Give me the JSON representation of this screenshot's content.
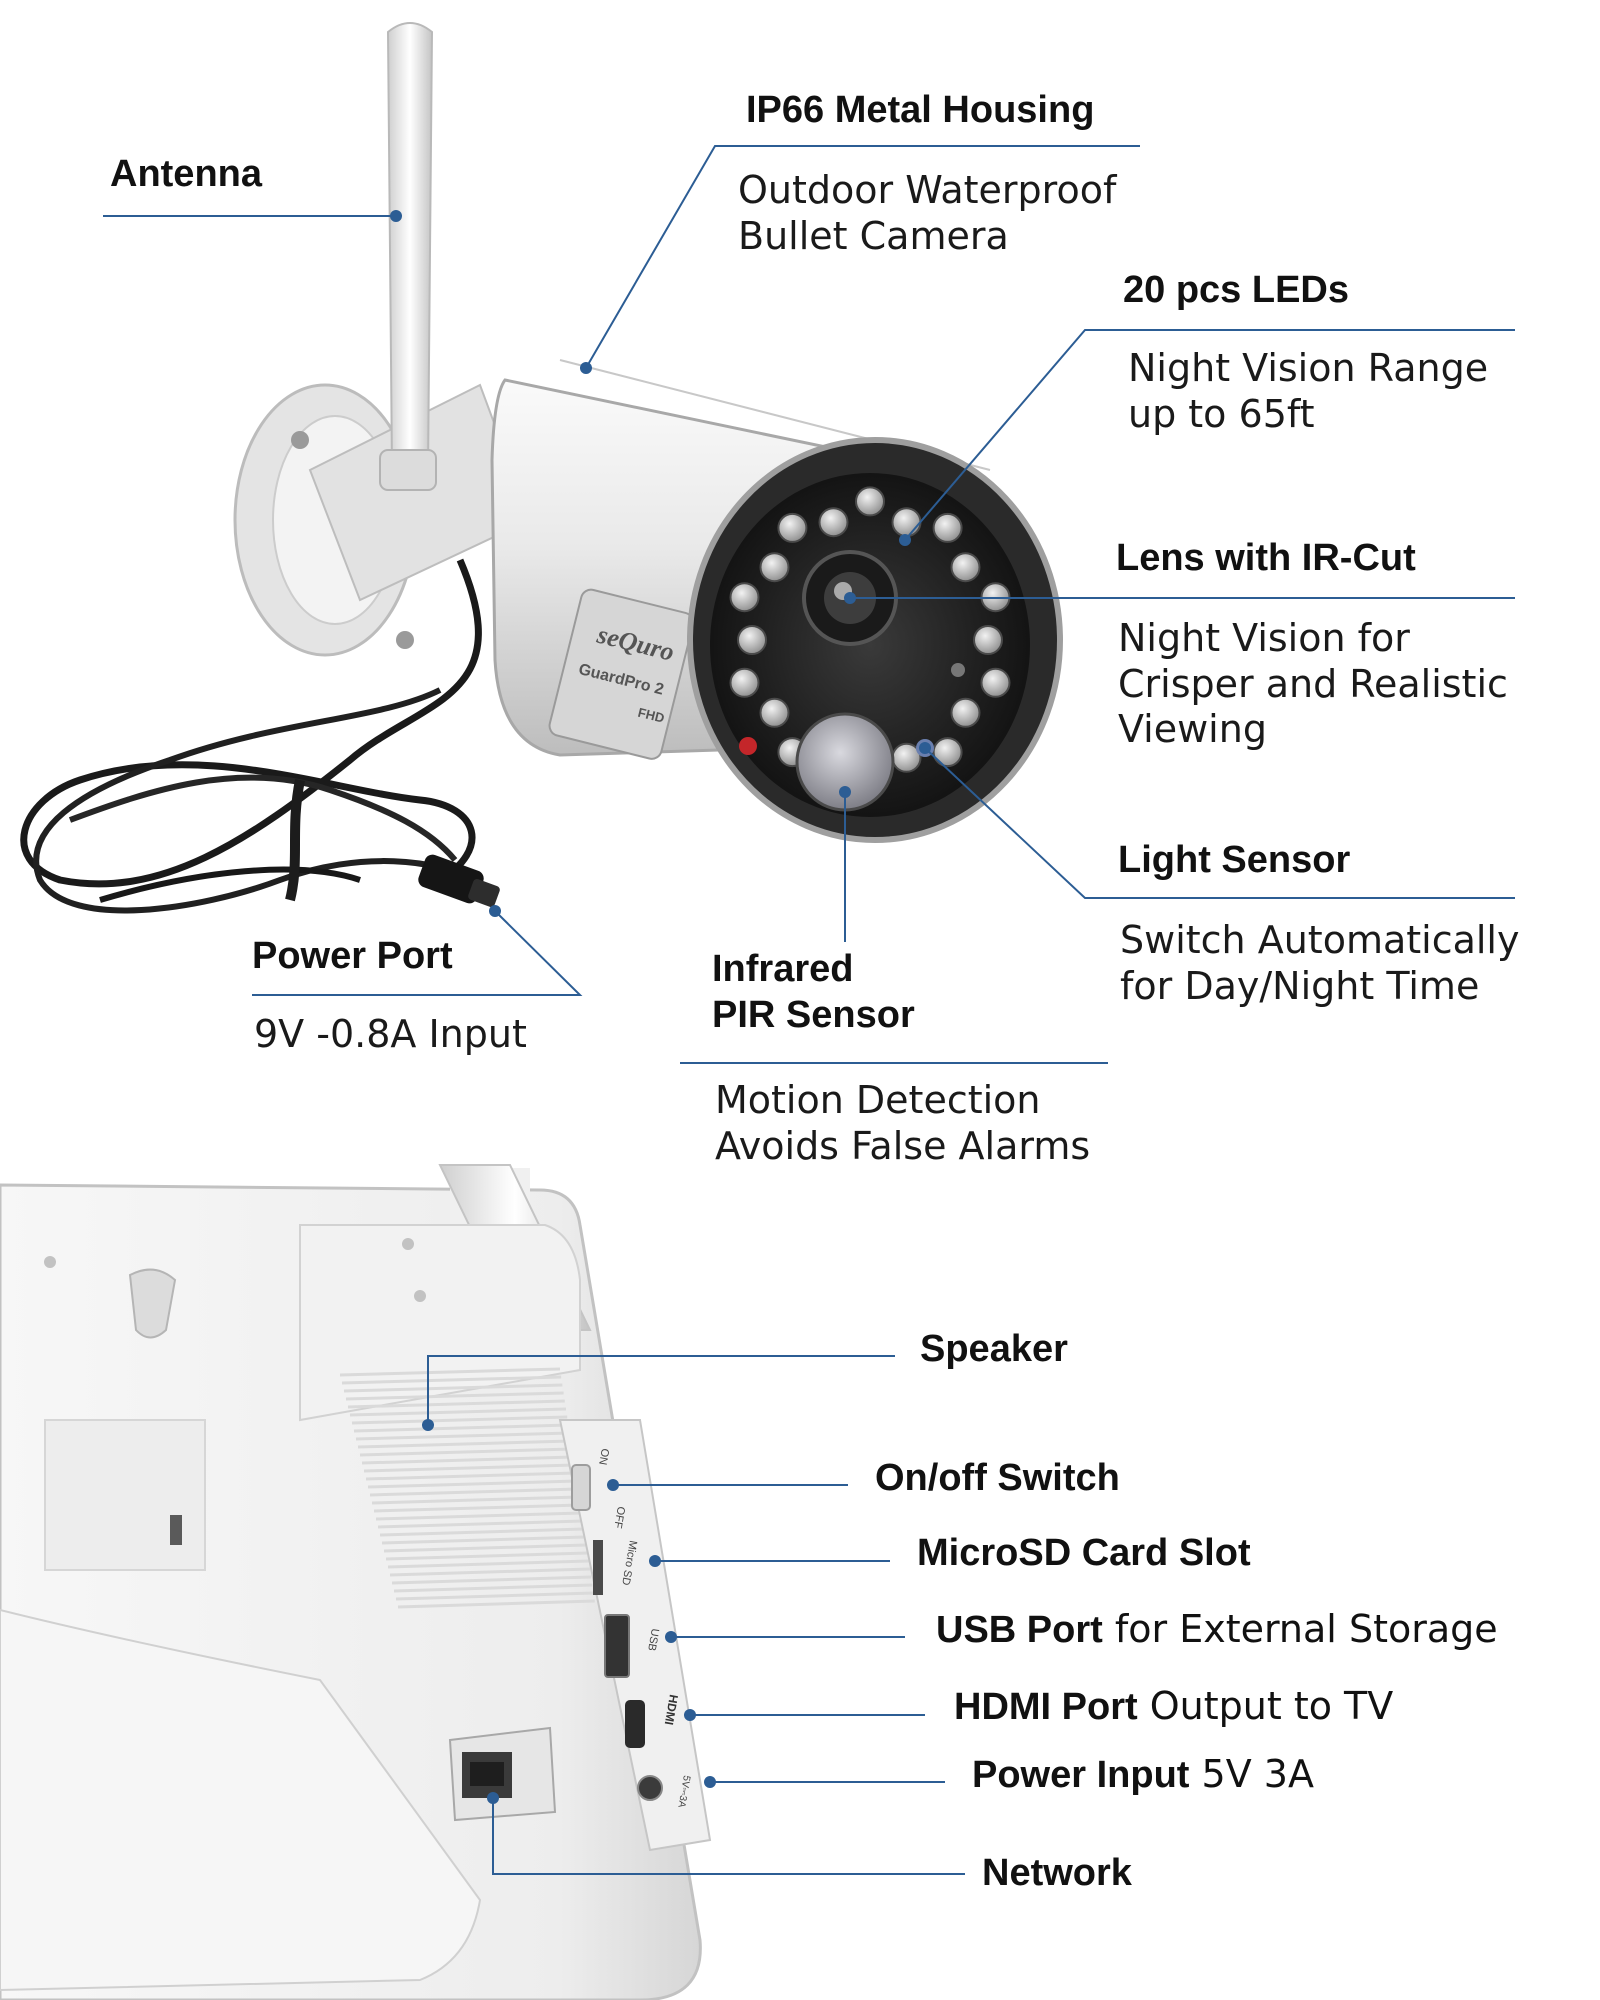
{
  "colors": {
    "leader_line": "#2c5d94",
    "camera_body": "#e6e6e6",
    "monitor_body": "#f4f4f4",
    "cable": "#1a1a1a"
  },
  "camera": {
    "brand": "seQuro",
    "model": "GuardPro 2",
    "model_badge": "FHD",
    "callouts": {
      "antenna": {
        "title": "Antenna"
      },
      "housing": {
        "title": "IP66 Metal Housing",
        "lines": [
          "Outdoor Waterproof",
          "Bullet Camera"
        ]
      },
      "leds": {
        "title": "20 pcs LEDs",
        "lines": [
          "Night Vision Range",
          "up to 65ft"
        ]
      },
      "lens": {
        "title": "Lens with IR-Cut",
        "lines": [
          "Night Vision for",
          "Crisper and Realistic",
          "Viewing"
        ]
      },
      "light_sensor": {
        "title": "Light Sensor",
        "lines": [
          "Switch Automatically",
          "for Day/Night Time"
        ]
      },
      "power_port": {
        "title": "Power Port",
        "lines": [
          "9V -0.8A Input"
        ]
      },
      "pir": {
        "title_lines": [
          "Infrared",
          "PIR Sensor"
        ],
        "lines": [
          "Motion Detection",
          "Avoids False Alarms"
        ]
      }
    }
  },
  "monitor": {
    "port_labels": {
      "switch_on": "ON",
      "switch_off": "OFF",
      "sd": "Micro SD",
      "usb": "USB",
      "hdmi": "HDMI",
      "power": "5V⎓3A"
    },
    "callouts": {
      "speaker": {
        "title": "Speaker",
        "rest": ""
      },
      "switch": {
        "title": "On/off Switch",
        "rest": ""
      },
      "microsd": {
        "title": "MicroSD Card Slot",
        "rest": ""
      },
      "usb": {
        "title": "USB Port",
        "rest": " for External Storage"
      },
      "hdmi": {
        "title": "HDMI Port",
        "rest": " Output to TV"
      },
      "power": {
        "title": "Power Input",
        "rest": " 5V 3A"
      },
      "network": {
        "title": "Network",
        "rest": ""
      }
    }
  }
}
